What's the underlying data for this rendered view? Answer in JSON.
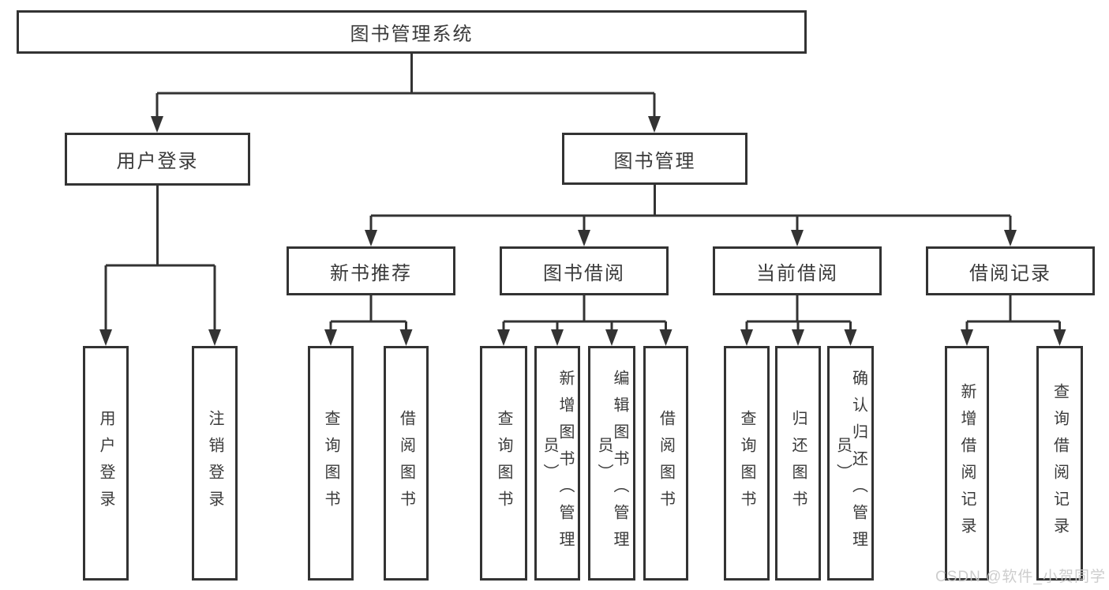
{
  "diagram": {
    "title": "图书管理系统",
    "root": {
      "label": "图书管理系统"
    },
    "branches": [
      {
        "label": "用户登录",
        "children": [
          {
            "label": "用户登录"
          },
          {
            "label": "注销登录"
          }
        ]
      },
      {
        "label": "图书管理",
        "children": [
          {
            "label": "新书推荐",
            "children": [
              {
                "label": "查询图书"
              },
              {
                "label": "借阅图书"
              }
            ]
          },
          {
            "label": "图书借阅",
            "children": [
              {
                "label": "查询图书"
              },
              {
                "label": "新增图书（管理员）"
              },
              {
                "label": "编辑图书（管理员）"
              },
              {
                "label": "借阅图书"
              }
            ]
          },
          {
            "label": "当前借阅",
            "children": [
              {
                "label": "查询图书"
              },
              {
                "label": "归还图书"
              },
              {
                "label": "确认归还（管理员）"
              }
            ]
          },
          {
            "label": "借阅记录",
            "children": [
              {
                "label": "新增借阅记录"
              },
              {
                "label": "查询借阅记录"
              }
            ]
          }
        ]
      }
    ]
  },
  "watermark": "CSDN @软件_小贺同学",
  "colors": {
    "line": "#333333",
    "text": "#3a3a3a",
    "background": "#ffffff",
    "watermark": "#c9c9c9"
  }
}
